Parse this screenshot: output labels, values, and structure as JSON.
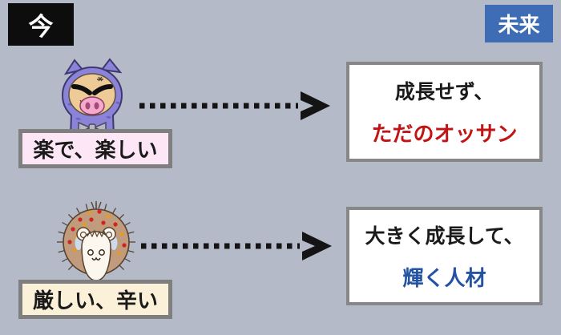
{
  "canvas": {
    "bg_color": "#b4bac8"
  },
  "header": {
    "now": {
      "label": "今",
      "bg": "#0d0d0d",
      "text_color": "#ffffff"
    },
    "future": {
      "label": "未来",
      "bg": "#3e6cb5",
      "text_color": "#ffffff"
    }
  },
  "arrow": {
    "style": "dotted",
    "color": "#141414"
  },
  "rows": [
    {
      "character": "pig-in-purple-costume",
      "cause_label": "楽で、楽しい",
      "cause_bg": "#fde6f6",
      "effect_line1": "成長せず、",
      "effect_line2": "ただのオッサン",
      "effect_line2_color": "#c11414"
    },
    {
      "character": "hedgehog",
      "cause_label": "厳しい、辛い",
      "cause_bg": "#fbf1d9",
      "effect_line1": "大きく成長して、",
      "effect_line2": "輝く人材",
      "effect_line2_color": "#2453a4"
    }
  ]
}
